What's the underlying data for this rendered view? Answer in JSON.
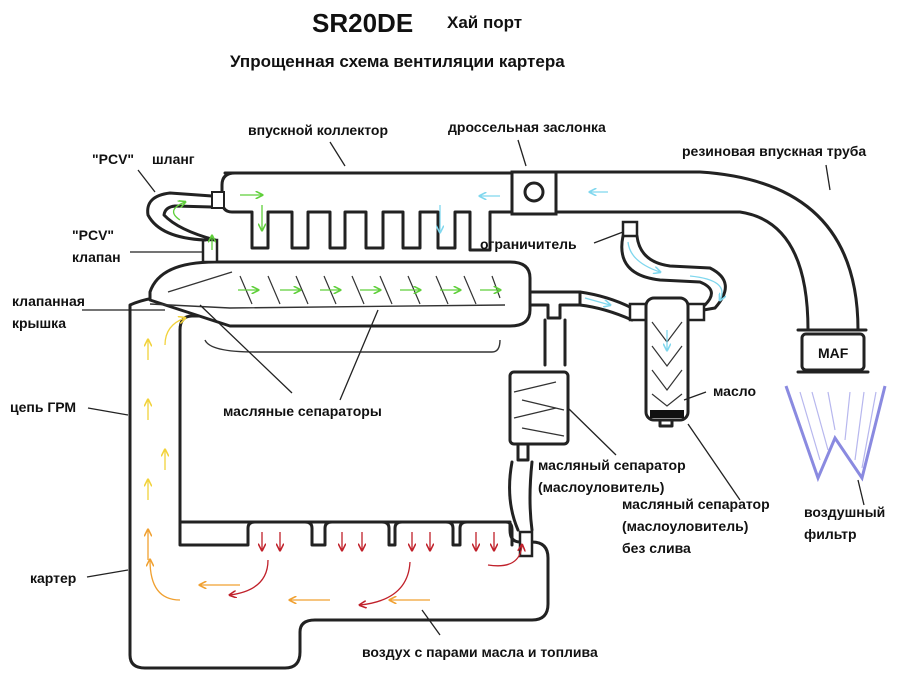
{
  "header": {
    "engine": "SR20DE",
    "variant": "Хай порт",
    "subtitle": "Упрощенная схема вентиляции картера"
  },
  "labels": {
    "intake_manifold": "впускной коллектор",
    "throttle": "дроссельная заслонка",
    "rubber_intake_pipe": "резиновая впускная труба",
    "pcv_hose_a": "\"PCV\"",
    "pcv_hose_b": "шланг",
    "pcv_valve_a": "\"PCV\"",
    "pcv_valve_b": "клапан",
    "restrictor": "ограничитель",
    "valve_cover_a": "клапанная",
    "valve_cover_b": "крышка",
    "maf": "MAF",
    "timing_chain": "цепь ГРМ",
    "oil_separators": "масляные сепараторы",
    "oil": "масло",
    "catch_can_a": "масляный сепаратор",
    "catch_can_b": "(маслоуловитель)",
    "catch_can2_a": "масляный сепаратор",
    "catch_can2_b": "(маслоуловитель)",
    "catch_can2_c": "без слива",
    "air_filter_a": "воздушный",
    "air_filter_b": "фильтр",
    "crankcase": "картер",
    "blowby": "воздух с парами масла и топлива"
  },
  "colors": {
    "outline": "#222222",
    "flow_green": "#5fcf3a",
    "flow_cyan": "#7fd7ee",
    "flow_yellow": "#f2d23a",
    "flow_orange": "#f0a030",
    "flow_red": "#c0202a",
    "filter": "#8a8ae0",
    "oil": "#111111"
  }
}
